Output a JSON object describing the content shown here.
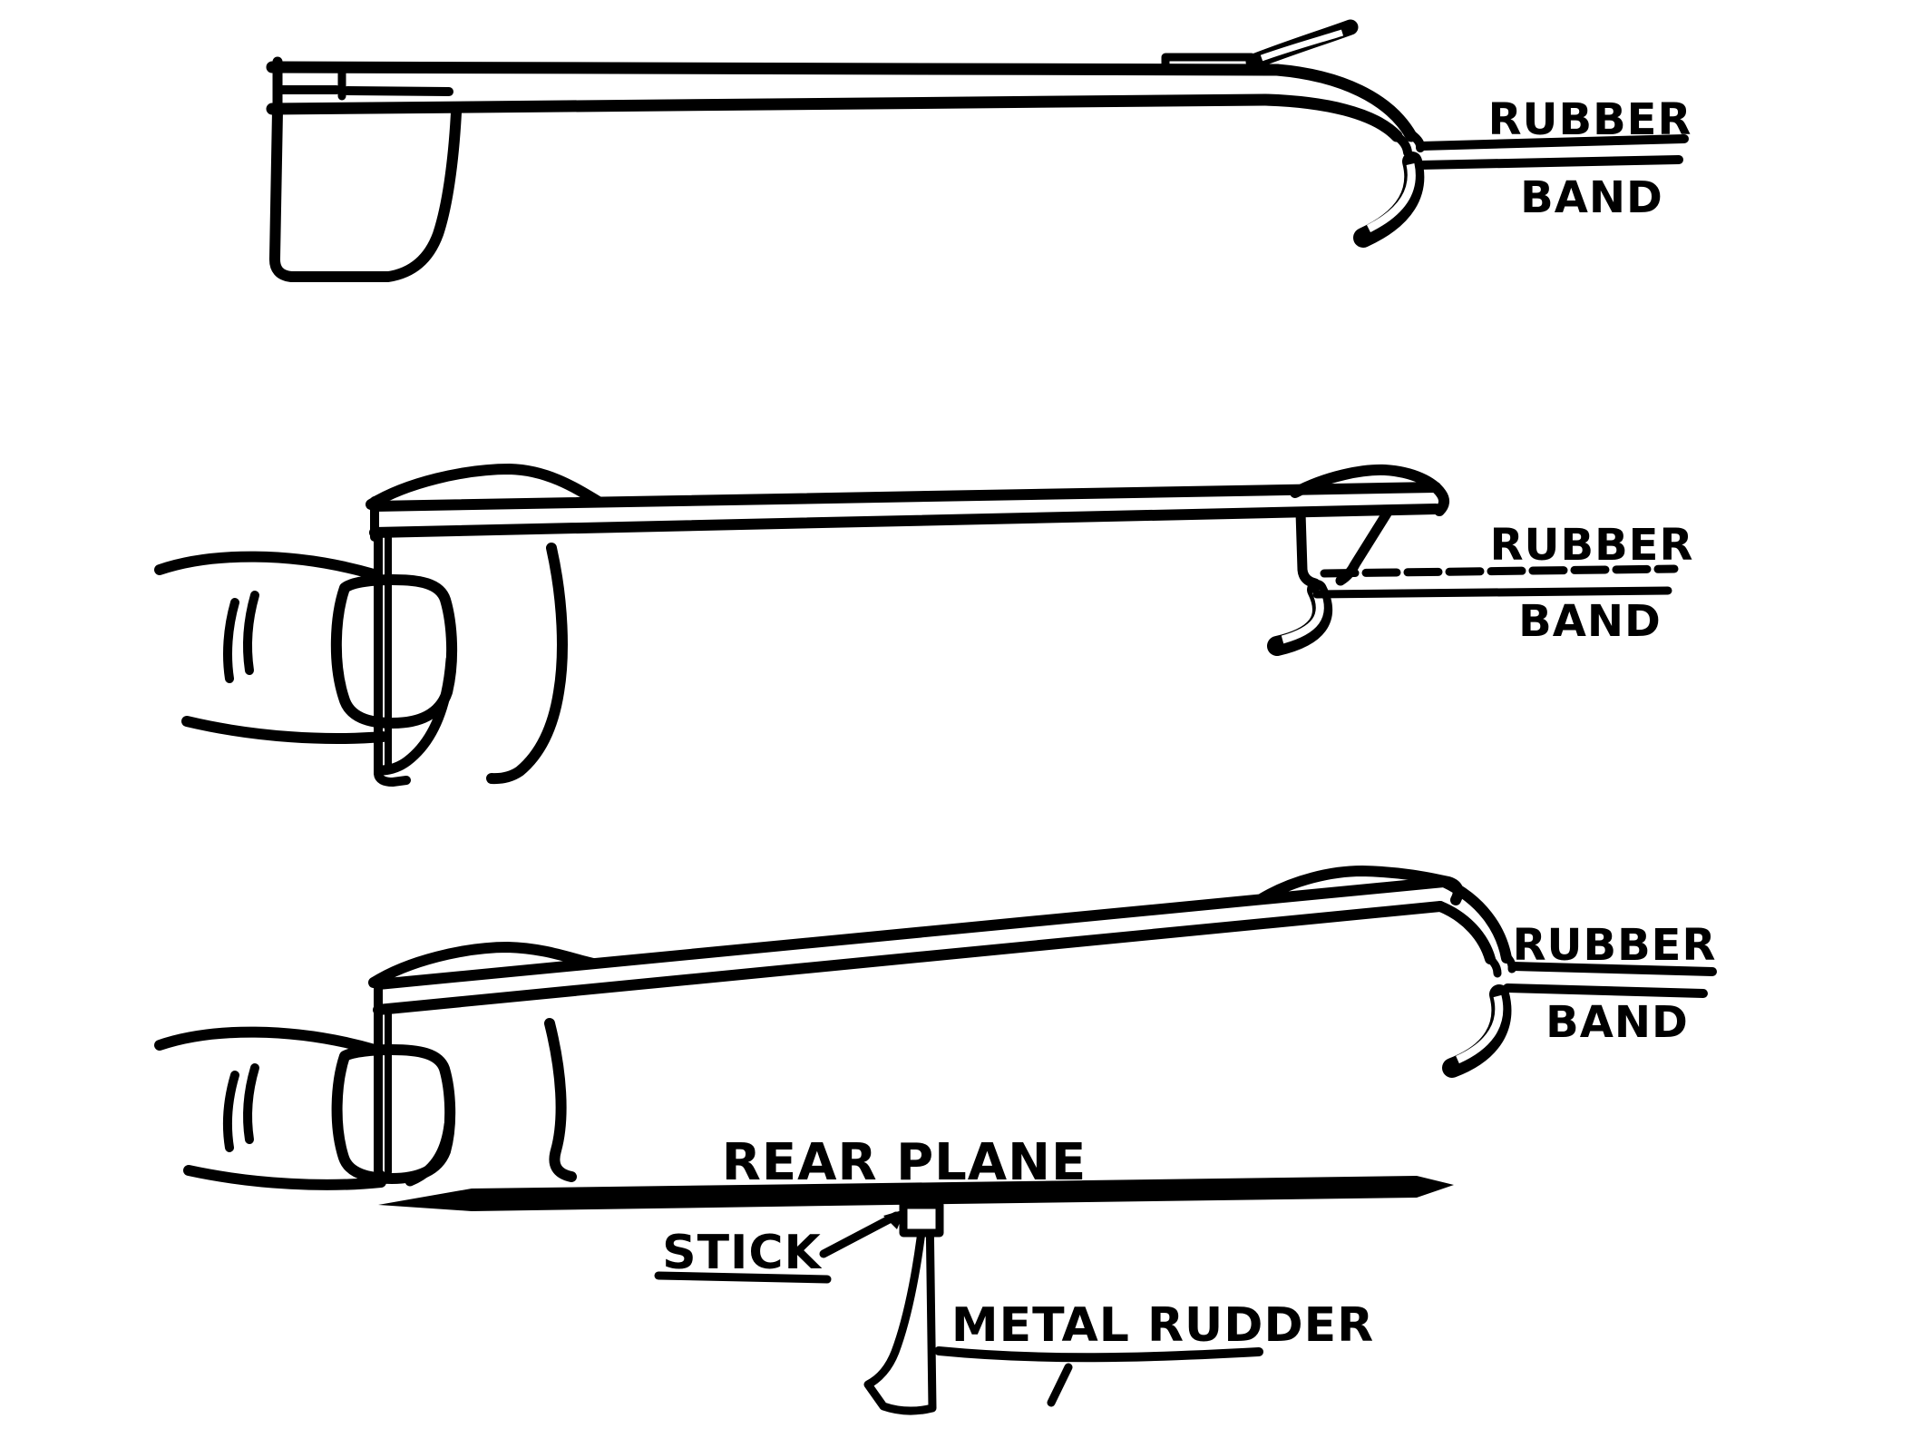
{
  "figure": {
    "glider_views": [
      {
        "id": "side-view-hooked",
        "labels": {
          "rubber": "RUBBER",
          "band": "BAND"
        }
      },
      {
        "id": "launch-hold-level",
        "labels": {
          "rubber": "RUBBER",
          "band": "BAND"
        }
      },
      {
        "id": "launch-hold-tilted",
        "labels": {
          "rubber": "RUBBER",
          "band": "BAND"
        }
      }
    ],
    "tail_detail": {
      "rear_plane": "REAR PLANE",
      "stick": "STICK",
      "metal_rudder": "METAL RUDDER"
    }
  },
  "colors": {
    "ink": "#000000",
    "paper": "#ffffff"
  }
}
